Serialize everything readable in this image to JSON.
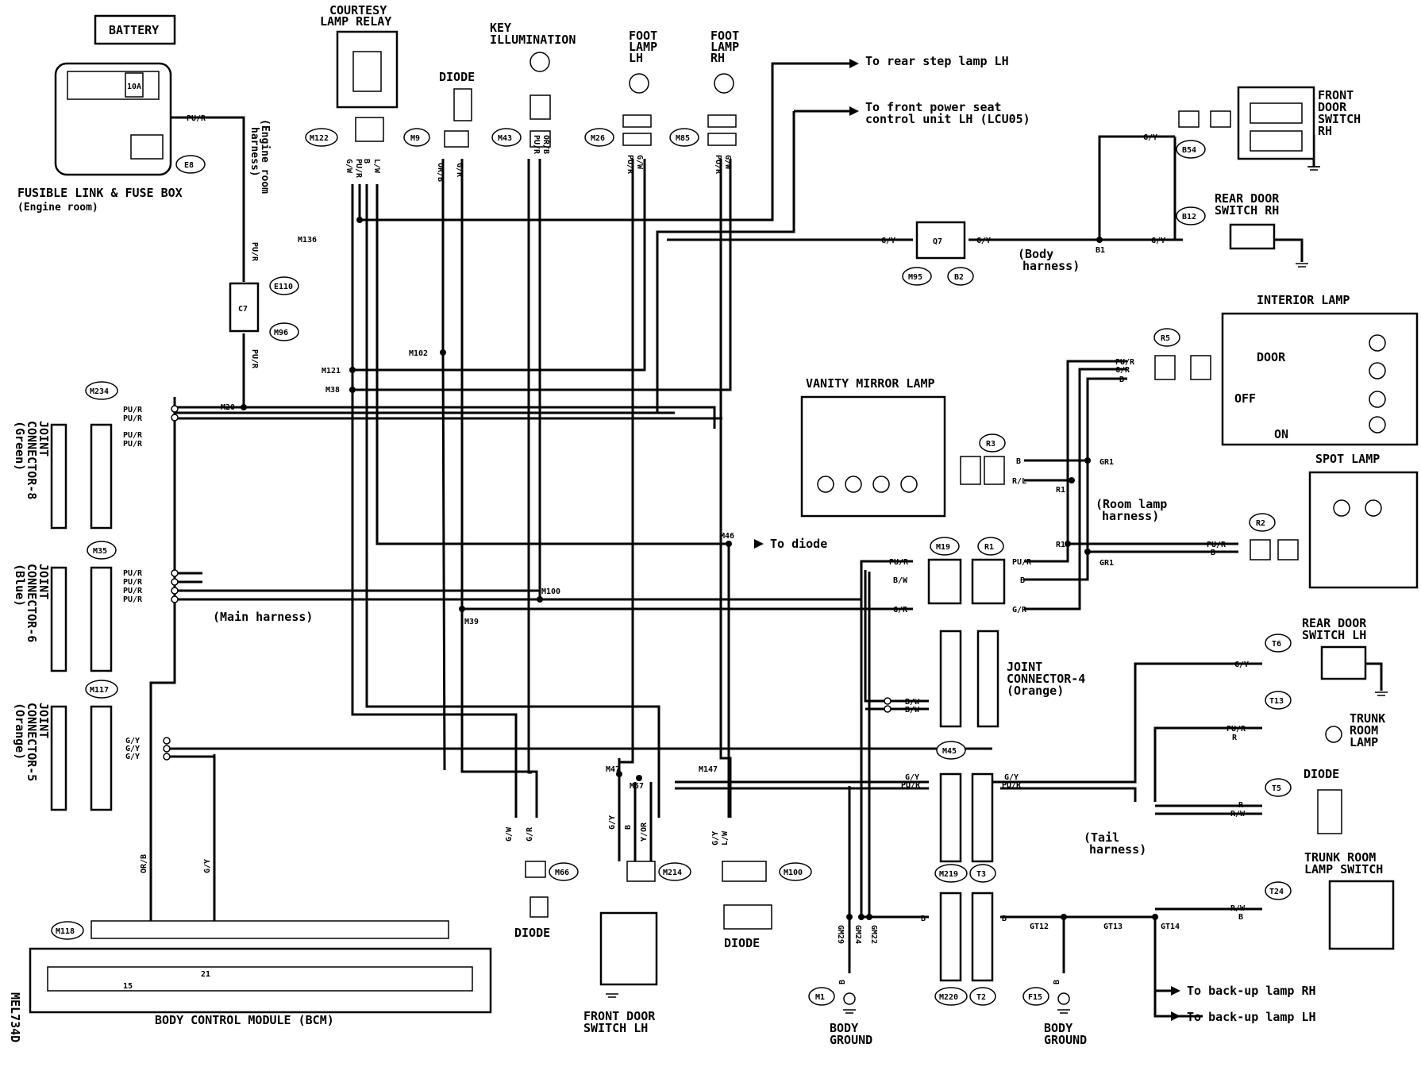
{
  "page_code": "MEL734D",
  "components": {
    "battery": "BATTERY",
    "fusible_link": "FUSIBLE LINK & FUSE BOX",
    "fusible_link_sub": "(Engine room)",
    "fuse_10a": "10A",
    "courtesy_relay_1": "COURTESY",
    "courtesy_relay_2": "LAMP RELAY",
    "diode": "DIODE",
    "key_illum_1": "KEY",
    "key_illum_2": "ILLUMINATION",
    "foot_lh_1": "FOOT",
    "foot_lh_2": "LAMP",
    "foot_lh_3": "LH",
    "foot_rh_1": "FOOT",
    "foot_rh_2": "LAMP",
    "foot_rh_3": "RH",
    "front_door_rh_1": "FRONT",
    "front_door_rh_2": "DOOR",
    "front_door_rh_3": "SWITCH",
    "front_door_rh_4": "RH",
    "rear_door_rh_1": "REAR DOOR",
    "rear_door_rh_2": "SWITCH RH",
    "interior_lamp": "INTERIOR LAMP",
    "door": "DOOR",
    "off": "OFF",
    "on": "ON",
    "vanity_mirror": "VANITY MIRROR LAMP",
    "spot_lamp": "SPOT LAMP",
    "jc4_1": "JOINT",
    "jc4_2": "CONNECTOR-4",
    "jc4_3": "(Orange)",
    "rear_door_lh_1": "REAR DOOR",
    "rear_door_lh_2": "SWITCH LH",
    "trunk_room_lamp_1": "TRUNK",
    "trunk_room_lamp_2": "ROOM",
    "trunk_room_lamp_3": "LAMP",
    "trunk_switch_1": "TRUNK ROOM",
    "trunk_switch_2": "LAMP SWITCH",
    "front_door_lh_1": "FRONT DOOR",
    "front_door_lh_2": "SWITCH LH",
    "body_ground_1": "BODY",
    "body_ground_2": "GROUND",
    "bcm": "BODY CONTROL MODULE (BCM)",
    "jc8_1": "JOINT",
    "jc8_2": "CONNECTOR-8",
    "jc8_3": "(Green)",
    "jc6_1": "JOINT",
    "jc6_2": "CONNECTOR-6",
    "jc6_3": "(Blue)",
    "jc5_1": "JOINT",
    "jc5_2": "CONNECTOR-5",
    "jc5_3": "(Orange)"
  },
  "harness": {
    "engine_room_1": "(Engine room",
    "engine_room_2": "harness)",
    "main": "(Main harness)",
    "body_1": "(Body",
    "body_2": "harness)",
    "room_lamp_1": "(Room lamp",
    "room_lamp_2": "harness)",
    "tail_1": "(Tail",
    "tail_2": "harness)"
  },
  "destinations": {
    "rear_step": "To rear step lamp LH",
    "front_power_seat_1": "To front power seat",
    "front_power_seat_2": "control unit LH (LCU05)",
    "to_diode": "To diode",
    "backup_rh": "To back-up lamp RH",
    "backup_lh": "To back-up lamp LH"
  },
  "connectors": {
    "E8": "E8",
    "E110": "E110",
    "M96": "M96",
    "C7": "C7",
    "M122": "M122",
    "M9": "M9",
    "M43": "M43",
    "M26": "M26",
    "M85": "M85",
    "B54": "B54",
    "B12": "B12",
    "Q7": "Q7",
    "M95": "M95",
    "B2": "B2",
    "R5": "R5",
    "R3": "R3",
    "R1": "R1",
    "R2": "R2",
    "M19": "M19",
    "M234": "M234",
    "M35": "M35",
    "M117": "M117",
    "M45": "M45",
    "M219": "M219",
    "T3": "T3",
    "M220": "M220",
    "T2": "T2",
    "T6": "T6",
    "T13": "T13",
    "T5": "T5",
    "T24": "T24",
    "M66": "M66",
    "M214": "M214",
    "M100": "M100",
    "M118": "M118",
    "M1": "M1",
    "F15": "F15"
  },
  "junctions": {
    "M136": "M136",
    "M102": "M102",
    "M121": "M121",
    "M38": "M38",
    "M20": "M20",
    "M46": "M46",
    "M100j": "M100",
    "M39": "M39",
    "M47": "M47",
    "M57": "M57",
    "M147": "M147",
    "B1": "B1",
    "GR1a": "GR1",
    "GR1b": "GR1",
    "R1a": "R1",
    "R1b": "R1",
    "GM29": "GM29",
    "GM24": "GM24",
    "GM22": "GM22",
    "GT12": "GT12",
    "GT13": "GT13",
    "GT14": "GT14"
  },
  "wires": {
    "PUR": "PU/R",
    "GW": "G/W",
    "LW": "L/W",
    "B": "B",
    "ORB": "OR/B",
    "GR": "G/R",
    "GY": "G/Y",
    "BW": "B/W",
    "RL": "R/L",
    "R": "R",
    "RW": "R/W",
    "YOR": "Y/OR"
  },
  "pins": {
    "p15": "15",
    "p21": "21"
  }
}
